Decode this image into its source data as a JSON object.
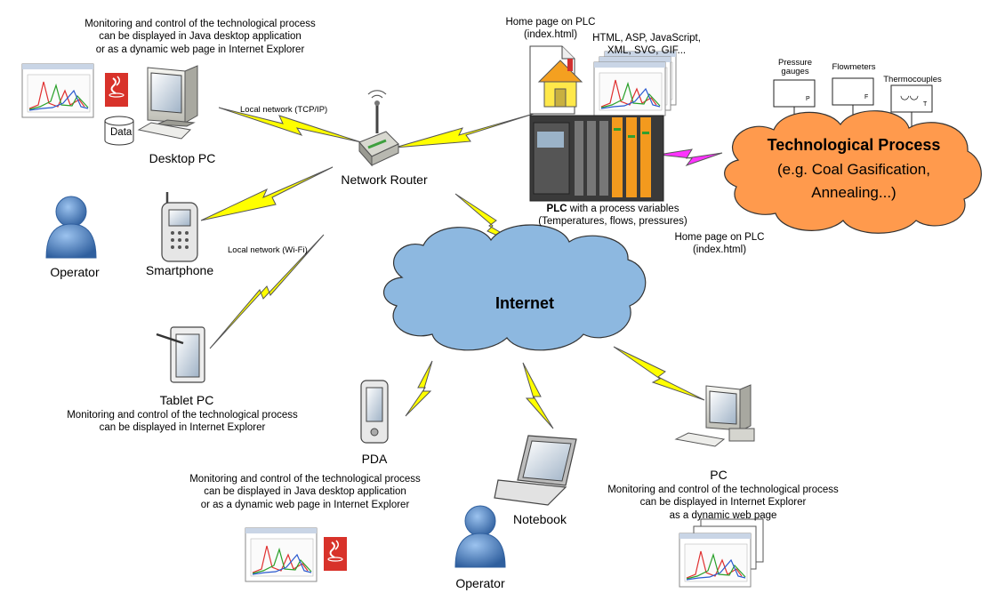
{
  "desktop": {
    "caption_lines": [
      "Monitoring and control of the technological process",
      "can be displayed in Java desktop application",
      "or as a dynamic web page in Internet Explorer"
    ],
    "data_label": "Data",
    "java_label": "Java",
    "device_label": "Desktop PC"
  },
  "links": {
    "lan_tcp": "Local network (TCP/IP)",
    "lan_wifi": "Local network (Wi-Fi)"
  },
  "router": {
    "label": "Network Router"
  },
  "plc": {
    "home_top_lines": [
      "Home page on PLC",
      "(index.html)"
    ],
    "formats_lines": [
      "HTML, ASP, JavaScript,",
      "XML, SVG, GIF..."
    ],
    "bold_prefix": "PLC",
    "caption_rest": " with a process variables",
    "caption_line2": "(Temperatures, flows, pressures)",
    "home_bottom_lines": [
      "Home page on PLC",
      "(index.html)"
    ]
  },
  "sensors": {
    "pressure_lines": [
      "Pressure",
      "gauges"
    ],
    "pressure_letter": "P",
    "flow_label": "Flowmeters",
    "flow_letter": "F",
    "thermo_label": "Thermocouples",
    "thermo_letter": "T",
    "thermo_symbol": "◡◡"
  },
  "process": {
    "title": "Technological Process",
    "line2": "(e.g. Coal Gasification,",
    "line3": "Annealing...)"
  },
  "operator_left": {
    "label": "Operator"
  },
  "smartphone": {
    "label": "Smartphone"
  },
  "internet": {
    "label": "Internet"
  },
  "tablet": {
    "label": "Tablet PC",
    "caption_lines": [
      "Monitoring and control of the technological process",
      "can be displayed in Internet Explorer"
    ]
  },
  "pda": {
    "label": "PDA",
    "caption_lines": [
      "Monitoring and control of the technological process",
      "can be displayed in Java desktop application",
      "or as a dynamic web page in Internet Explorer"
    ],
    "java_label": "Java"
  },
  "notebook": {
    "label": "Notebook"
  },
  "operator_bottom": {
    "label": "Operator"
  },
  "pc": {
    "label": "PC",
    "caption_lines": [
      "Monitoring and control of the technological process",
      "can be displayed in Internet Explorer",
      "as a dynamic web page"
    ]
  },
  "colors": {
    "lightning": "#ffff00",
    "lightning_plc": "#ff33ff",
    "cloud_internet": "#8db8e0",
    "cloud_process": "#ff9a4d",
    "operator": "#4a7fc0",
    "plc_orange": "#f39a1e"
  }
}
